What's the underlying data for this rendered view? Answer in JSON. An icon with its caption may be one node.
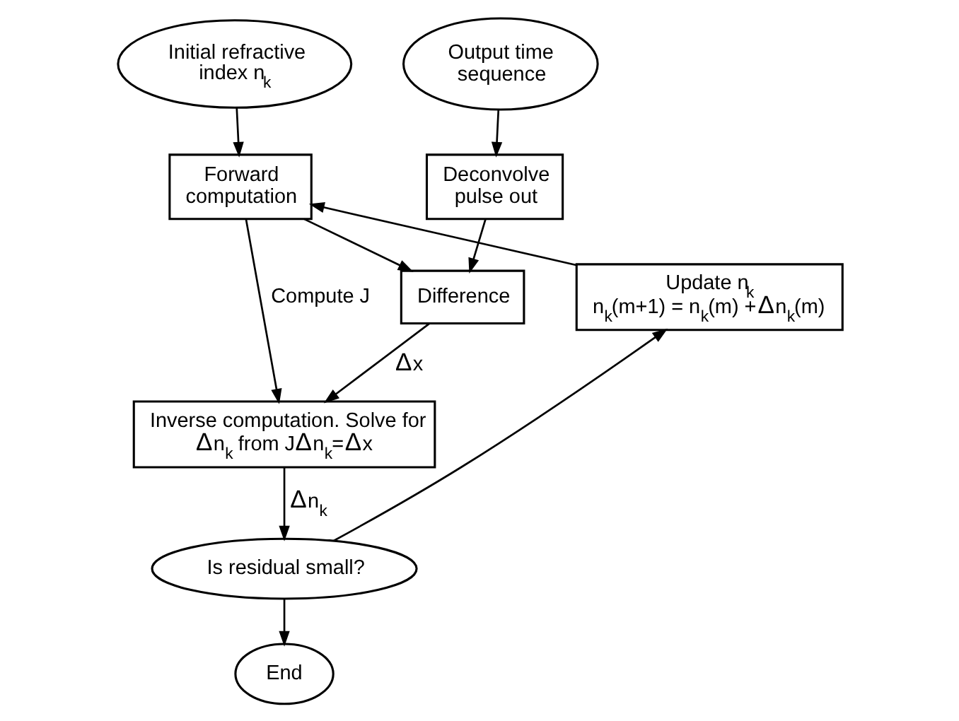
{
  "diagram": {
    "nodes": [
      {
        "text": [
          "Initial refractive index n$_{k}$"
        ]
      },
      {
        "text": [
          "Output time sequence"
        ]
      },
      {
        "text": [
          "Forward computation"
        ]
      },
      {
        "text": [
          "Deconvolve pulse out"
        ]
      },
      {
        "text": [
          "Difference"
        ]
      },
      {
        "text": [
          "Update n$_{k}$",
          "n$_{k}$(m+1) = n$_{k}$(m) +Δn$_{k}$(m)"
        ]
      },
      {
        "text": [
          "Inverse computation. Solve for Δn$_{k}$ from JΔn$_{k}$=Δx"
        ]
      },
      {
        "text": [
          "Is residual small?"
        ]
      },
      {
        "text": [
          "End"
        ]
      }
    ],
    "edges": [
      {
        "from": 0,
        "to": 2,
        "arrow": "to"
      },
      {
        "from": 1,
        "to": 3,
        "arrow": "to"
      },
      {
        "from": 2,
        "to": 4,
        "arrow": "to"
      },
      {
        "from": 3,
        "to": 4,
        "arrow": "to"
      },
      {
        "from": 2,
        "to": 6,
        "arrow": "to",
        "label": "Compute J"
      },
      {
        "from": 4,
        "to": 6,
        "arrow": "to",
        "label": "Δx"
      },
      {
        "from": 6,
        "to": 7,
        "arrow": "to",
        "label": "Δn$_{k}$"
      },
      {
        "from": 7,
        "to": 5,
        "arrow": "to"
      },
      {
        "from": 5,
        "to": 2,
        "arrow": "to"
      },
      {
        "from": 7,
        "to": 8,
        "arrow": "to"
      }
    ]
  }
}
